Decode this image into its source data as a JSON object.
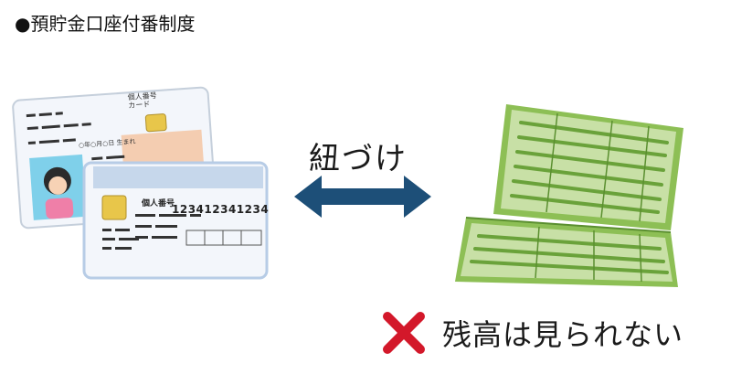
{
  "title": "●預貯金口座付番制度",
  "link_label": "紐づけ",
  "note_text": "残高は見られない",
  "card_front": {
    "header": "個人番号\nカード",
    "dob_text": "○年○月○日 生まれ"
  },
  "card_back": {
    "header": "個人番号",
    "number": "123412341234"
  },
  "colors": {
    "arrow": "#1d4f78",
    "cross": "#d3182a",
    "passbook_green": "#8dbf55",
    "passbook_light": "#c8e0a6",
    "card_blue": "#b7cce6",
    "card_peach": "#f4c9a8",
    "chip_gold": "#e8c64a"
  },
  "icons": [
    "id-card-front-icon",
    "id-card-back-icon",
    "bidirectional-arrow-icon",
    "passbook-icon",
    "cross-mark-icon"
  ]
}
